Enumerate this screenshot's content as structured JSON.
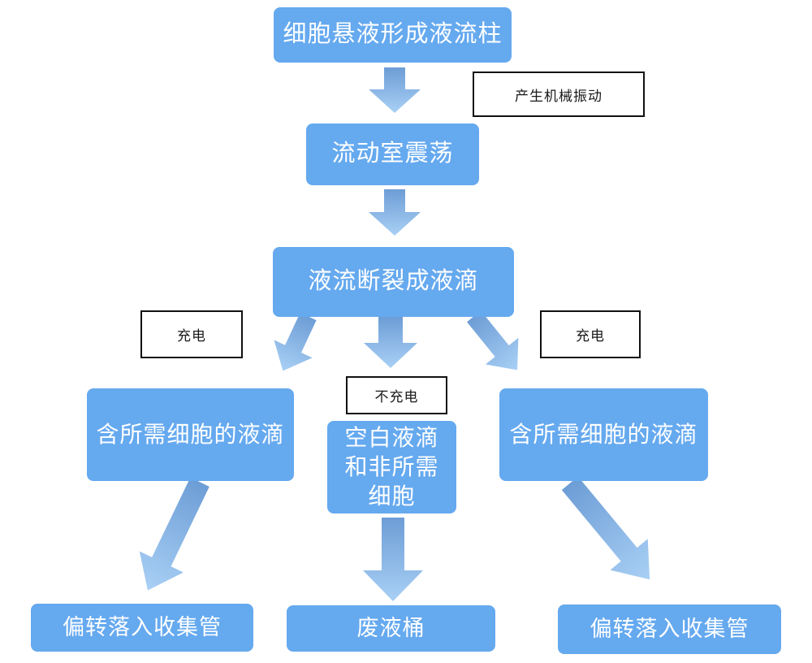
{
  "diagram": {
    "title_hint": "cell sorting flow diagram",
    "colors": {
      "node_fill": "#65A9EF",
      "node_text": "#FFFFFF",
      "arrow_start": "#6D9DD6",
      "arrow_end": "#A9D0F5",
      "annotation_border": "#111111",
      "annotation_text": "#1A1A1A"
    },
    "nodes": {
      "top": {
        "label": "细胞悬液形成液流柱"
      },
      "vibrate": {
        "label": "流动室震荡"
      },
      "breakup": {
        "label": "液流断裂成液滴"
      },
      "left_droplet": {
        "label": "含所需细胞的液滴"
      },
      "center_droplet": {
        "label": "空白液滴\n和非所需\n细胞"
      },
      "right_droplet": {
        "label": "含所需细胞的液滴"
      },
      "bottom_left": {
        "label": "偏转落入收集管"
      },
      "bottom_center": {
        "label": "废液桶"
      },
      "bottom_right": {
        "label": "偏转落入收集管"
      }
    },
    "annotations": {
      "mechanical": {
        "label": "产生机械振动"
      },
      "charge_left": {
        "label": "充电"
      },
      "charge_right": {
        "label": "充电"
      },
      "no_charge": {
        "label": "不充电"
      }
    }
  }
}
